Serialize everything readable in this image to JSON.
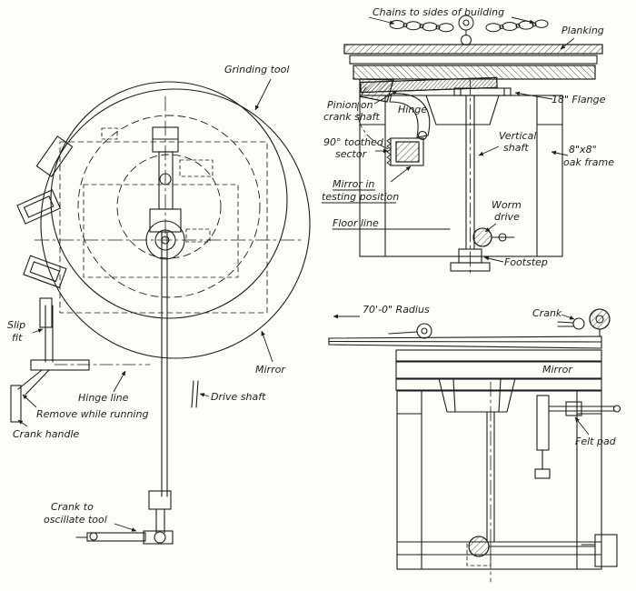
{
  "colors": {
    "ink": "#1c1c1c",
    "paper": "#fdfdfa"
  },
  "plan": {
    "grinding_tool": "Grinding tool",
    "mirror": "Mirror",
    "slip_fit_line1": "Slip",
    "slip_fit_line2": "fit",
    "hinge_line": "Hinge line",
    "remove_while_running": "Remove while running",
    "crank_handle": "Crank handle",
    "drive_shaft": "Drive shaft",
    "crank_oscillate_line1": "Crank to",
    "crank_oscillate_line2": "oscillate tool"
  },
  "elevation": {
    "chains": "Chains to sides of building",
    "planking": "Planking",
    "pinion_line1": "Pinion on",
    "pinion_line2": "crank shaft",
    "hinge": "Hinge",
    "sector_line1": "90° toothed",
    "sector_line2": "sector",
    "mirror_testing_line1": "Mirror in",
    "mirror_testing_line2": "testing position",
    "floor_line": "Floor line",
    "flange": "18\" Flange",
    "vertical_shaft_line1": "Vertical",
    "vertical_shaft_line2": "shaft",
    "oak_frame_line1": "8\"x8\"",
    "oak_frame_line2": "oak frame",
    "worm_drive_line1": "Worm",
    "worm_drive_line2": "drive",
    "footstep": "Footstep"
  },
  "section": {
    "radius": "70'-0\" Radius",
    "crank": "Crank",
    "mirror": "Mirror",
    "felt_pad": "Felt pad"
  }
}
